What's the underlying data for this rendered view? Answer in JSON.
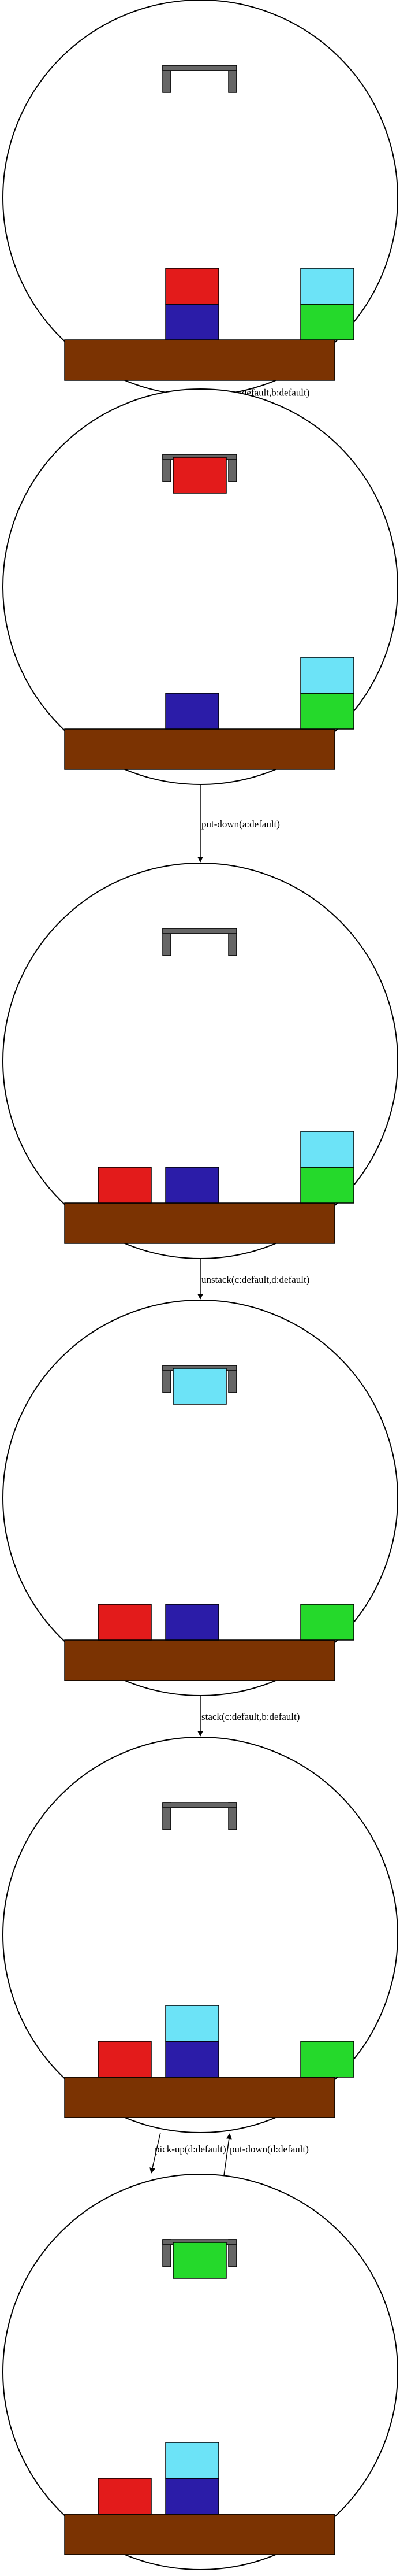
{
  "colors": {
    "background": "#ffffff",
    "state_outline": "#000000",
    "table": "#7b3302",
    "gripper": "#666666",
    "edge": "#000000",
    "blocks": {
      "a": "#e31b1b",
      "b": "#2b1ca8",
      "c": "#6ce3f7",
      "d": "#25d92b"
    }
  },
  "states": [
    {
      "id": "s0",
      "held": null,
      "stacks": [
        [
          "b",
          "a"
        ],
        [],
        [
          "d",
          "c"
        ]
      ]
    },
    {
      "id": "s1",
      "held": "a",
      "stacks": [
        [
          "b"
        ],
        [],
        [
          "d",
          "c"
        ]
      ]
    },
    {
      "id": "s2",
      "held": null,
      "stacks": [
        [
          "a"
        ],
        [
          "b"
        ],
        [],
        [
          "d",
          "c"
        ]
      ]
    },
    {
      "id": "s3",
      "held": "c",
      "stacks": [
        [
          "a"
        ],
        [
          "b"
        ],
        [],
        [
          "d"
        ]
      ]
    },
    {
      "id": "s4",
      "held": null,
      "stacks": [
        [
          "a"
        ],
        [
          "b",
          "c"
        ],
        [],
        [
          "d"
        ]
      ]
    },
    {
      "id": "s5",
      "held": "d",
      "stacks": [
        [
          "a"
        ],
        [
          "b",
          "c"
        ],
        [],
        []
      ]
    }
  ],
  "transitions": [
    {
      "from": "s0",
      "to": "s1",
      "label": "unstack(a:default,b:default)"
    },
    {
      "from": "s1",
      "to": "s2",
      "label": "put-down(a:default)"
    },
    {
      "from": "s2",
      "to": "s3",
      "label": "unstack(c:default,d:default)"
    },
    {
      "from": "s3",
      "to": "s4",
      "label": "stack(c:default,b:default)"
    },
    {
      "from": "s4",
      "to": "s5",
      "label": "pick-up(d:default)"
    },
    {
      "from": "s5",
      "to": "s4",
      "label": "put-down(d:default)"
    }
  ]
}
